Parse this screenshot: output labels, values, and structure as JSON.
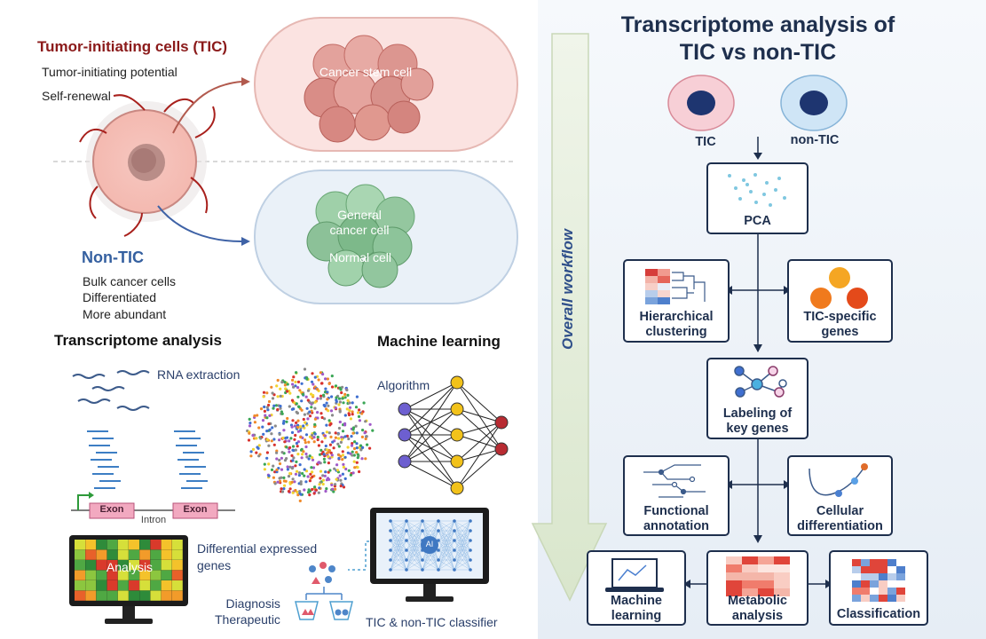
{
  "left": {
    "tic_heading": "Tumor-initiating cells (TIC)",
    "tic_traits": [
      "Tumor-initiating potential",
      "Self-renewal"
    ],
    "cancer_stem_cell_label": "Cancer stem cell",
    "general_cancer_cell_label": "General\ncancer cell",
    "normal_cell_label": "Normal cell",
    "nontic_heading": "Non-TIC",
    "nontic_traits": [
      "Bulk cancer cells",
      "Differentiated",
      "More abundant"
    ],
    "transcriptome_heading": "Transcriptome analysis",
    "rna_extraction": "RNA extraction",
    "exon_label": "Exon",
    "intron_label": "Intron",
    "analysis_label": "Analysis",
    "deg_label": "Differential expressed\ngenes",
    "diagnosis_label": "Diagnosis\nTherapeutic",
    "ml_heading": "Machine learning",
    "algorithm_label": "Algorithm",
    "ai_label": "AI",
    "classifier_label": "TIC & non-TIC classifier"
  },
  "right": {
    "title": "Transcriptome analysis of\nTIC vs non-TIC",
    "overall_workflow": "Overall workflow",
    "tic_label": "TIC",
    "nontic_label": "non-TIC",
    "pca": "PCA",
    "hierarchical_clustering": "Hierarchical\nclustering",
    "tic_specific_genes": "TIC-specific\ngenes",
    "labeling_key_genes": "Labeling of\nkey genes",
    "functional_annotation": "Functional\nannotation",
    "cellular_differentiation": "Cellular\ndifferentiation",
    "machine_learning": "Machine\nlearning",
    "metabolic_analysis": "Metabolic\nanalysis",
    "classification": "Classification"
  },
  "colors": {
    "tic_red": "#8b1a1a",
    "nontic_blue": "#3560a0",
    "navy": "#1e2f4d",
    "panel_bg": "#eef3f8",
    "arrow_green": "#e3ecd9"
  }
}
